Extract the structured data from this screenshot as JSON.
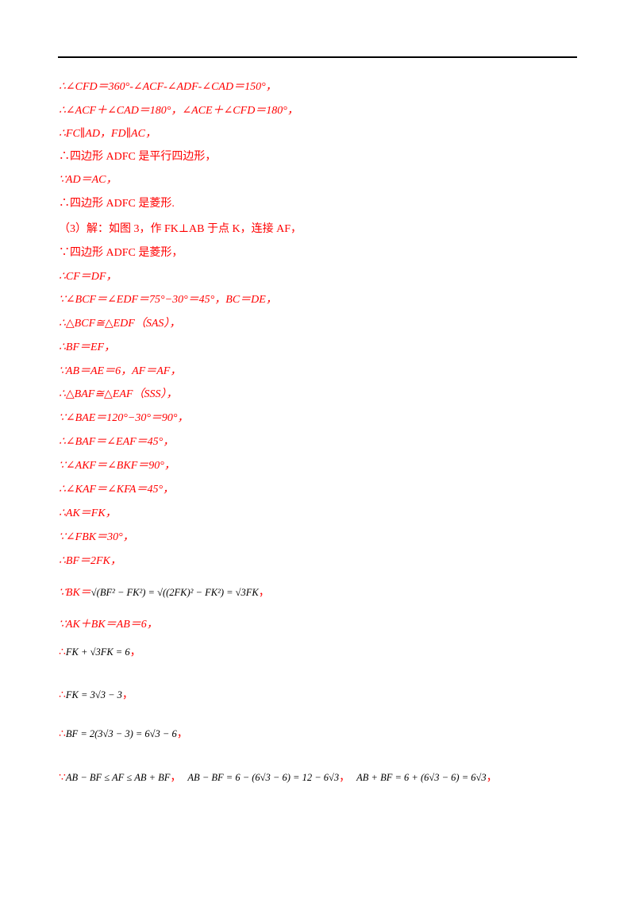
{
  "lines": [
    {
      "text": "∴∠CFD＝360°-∠ACF-∠ADF-∠CAD＝150°，"
    },
    {
      "text": "∴∠ACF＋∠CAD＝180°，∠ACE＋∠CFD＝180°，"
    },
    {
      "text": "∴FC∥AD，FD∥AC，"
    },
    {
      "text": "∴四边形 ADFC 是平行四边形，"
    },
    {
      "text": "∵AD＝AC，"
    },
    {
      "text": "∴四边形 ADFC 是菱形."
    },
    {
      "text": "（3）解：如图 3，作 FK⊥AB 于点 K，连接 AF，"
    },
    {
      "text": "∵四边形 ADFC 是菱形，"
    },
    {
      "text": "∴CF＝DF，"
    },
    {
      "text": "∵∠BCF＝∠EDF＝75°−30°＝45°，BC＝DE，"
    },
    {
      "text": "∴△BCF≅△EDF（SAS），"
    },
    {
      "text": "∴BF＝EF，"
    },
    {
      "text": "∵AB＝AE＝6，AF＝AF，"
    },
    {
      "text": "∴△BAF≅△EAF（SSS），"
    },
    {
      "text": "∵∠BAE＝120°−30°＝90°，"
    },
    {
      "text": "∴∠BAF＝∠EAF＝45°，"
    },
    {
      "text": "∵∠AKF＝∠BKF＝90°，"
    },
    {
      "text": "∴∠KAF＝∠KFA＝45°，"
    },
    {
      "text": "∴AK＝FK，"
    },
    {
      "text": "∵∠FBK＝30°，"
    },
    {
      "text": "∴BF＝2FK，"
    }
  ],
  "formulas": {
    "bk_prefix": "∵BK＝",
    "bk_formula": "√(BF² − FK²) = √((2FK)² − FK²) = √3FK",
    "bk_suffix": "，",
    "sum_line": "∵AK＋BK＝AB＝6，",
    "eq1_prefix": "∴",
    "eq1": "FK + √3FK = 6",
    "eq1_suffix": "，",
    "eq2_prefix": "∴",
    "eq2": "FK = 3√3 − 3",
    "eq2_suffix": "，",
    "eq3_prefix": "∴",
    "eq3": "BF = 2(3√3 − 3) = 6√3 − 6",
    "eq3_suffix": "，",
    "last_prefix": "∵",
    "last_a": "AB − BF ≤ AF ≤ AB + BF",
    "last_b": "AB − BF = 6 − (6√3 − 6) = 12 − 6√3",
    "last_c": "AB + BF = 6 + (6√3 − 6) = 6√3",
    "comma": "，"
  }
}
